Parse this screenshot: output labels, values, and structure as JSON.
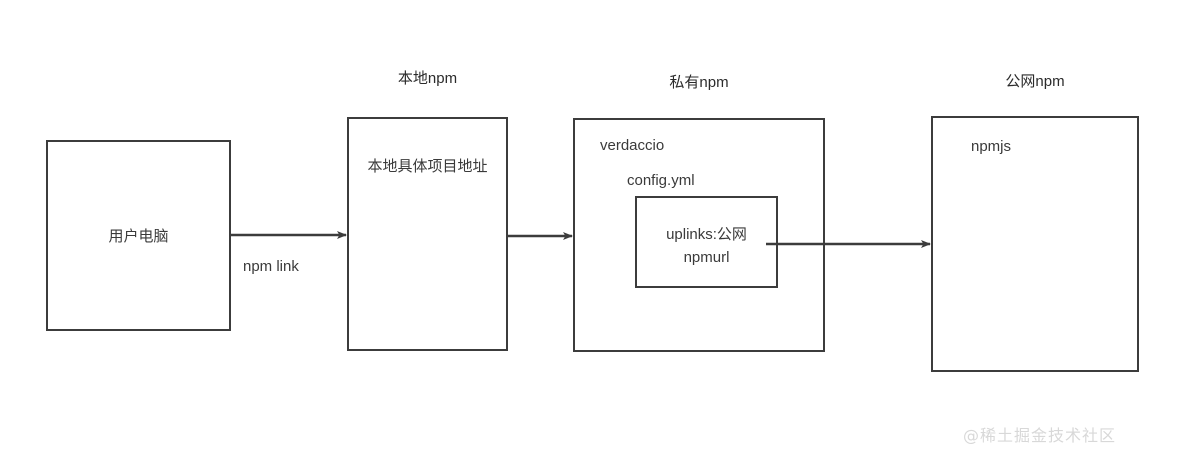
{
  "diagram": {
    "background_color": "#ffffff",
    "stroke_color": "#3c3c3c",
    "text_color": "#3a3a3a",
    "captions": {
      "local_npm": "本地npm",
      "private_npm": "私有npm",
      "public_npm": "公网npm"
    },
    "nodes": {
      "user_computer": {
        "label": "用户电脑"
      },
      "local_project": {
        "label": "本地具体项目地址"
      },
      "verdaccio": {
        "label": "verdaccio",
        "config_label": "config.yml",
        "uplinks_line1": "uplinks:公网",
        "uplinks_line2": "npmurl"
      },
      "npmjs": {
        "label": "npmjs"
      }
    },
    "edges": {
      "npm_link": "npm link",
      "local_to_private": "",
      "private_to_public": ""
    },
    "watermark": "@稀土掘金技术社区"
  }
}
